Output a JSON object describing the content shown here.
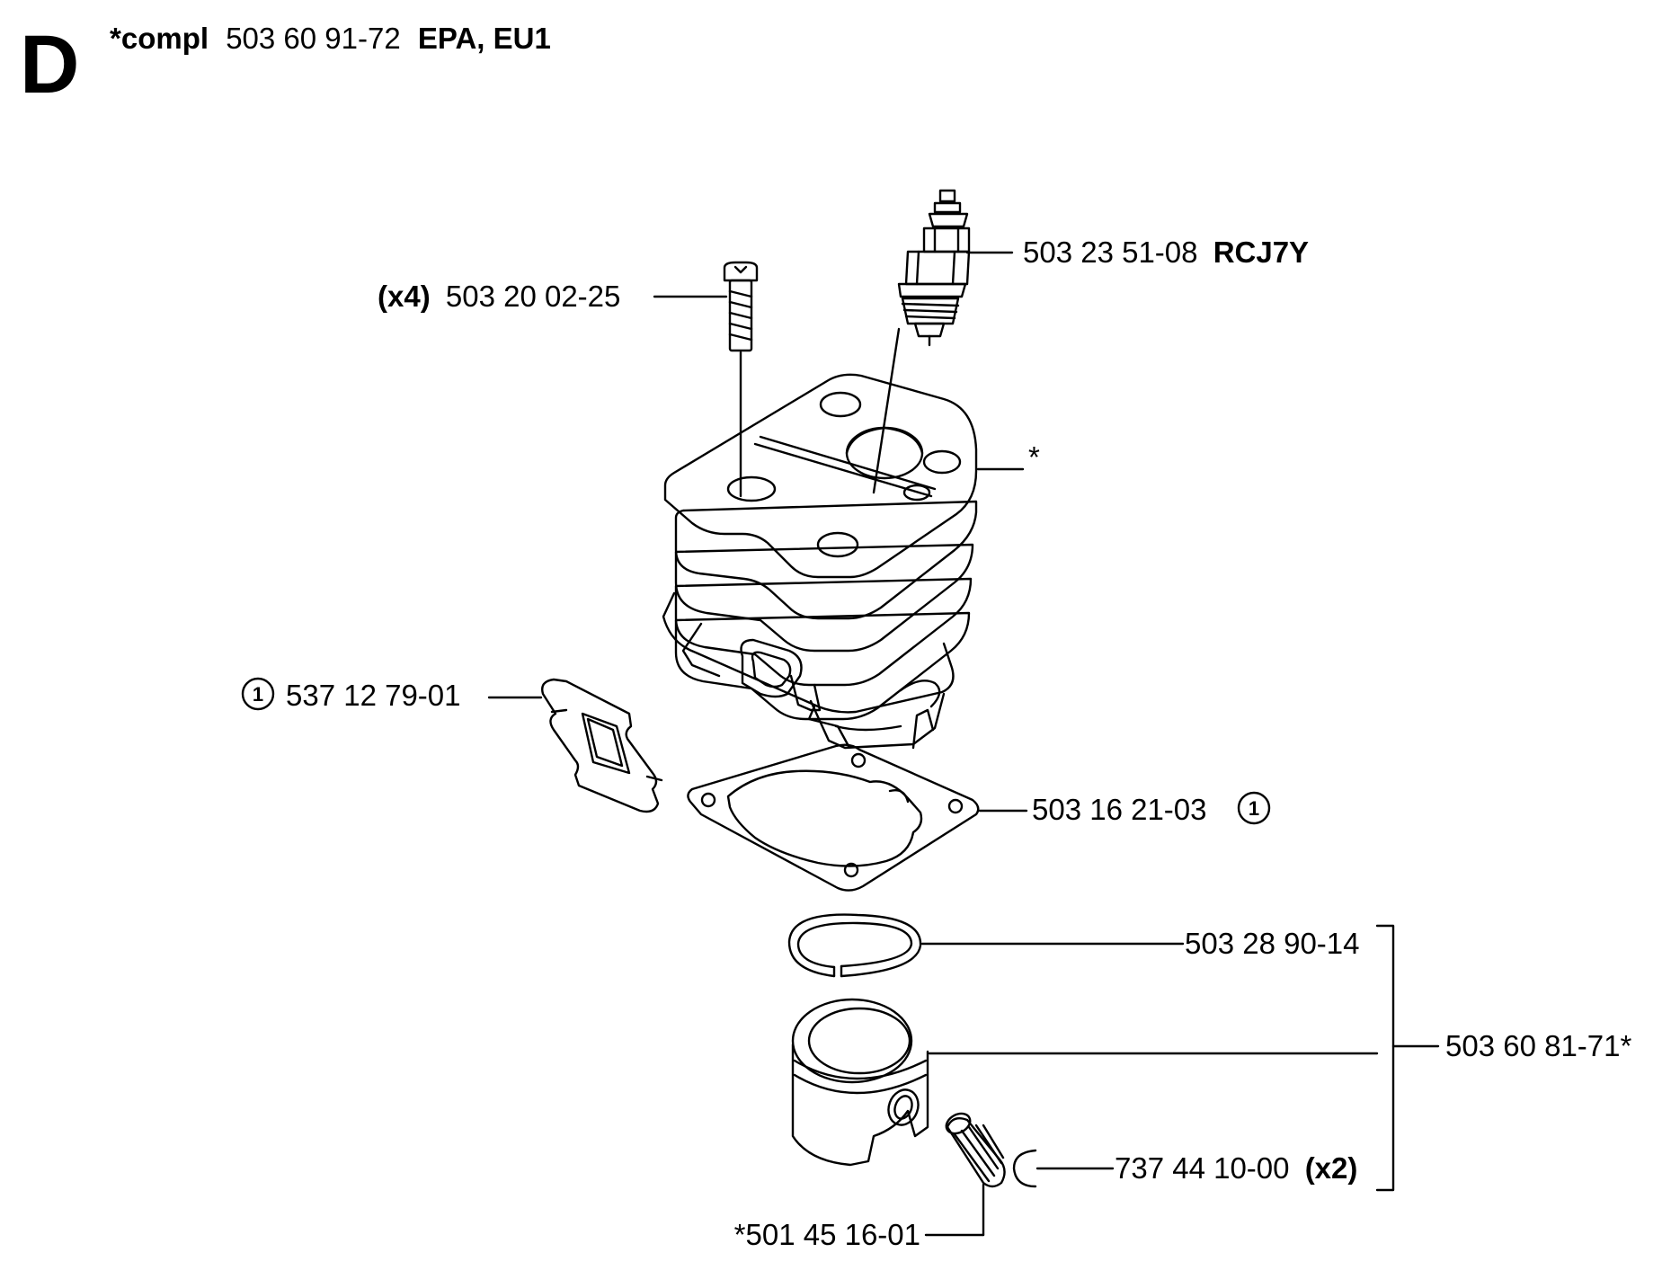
{
  "header": {
    "section_letter": "D",
    "compl_prefix": "*compl",
    "part_number": "503 60 91-72",
    "variants": "EPA, EU1"
  },
  "callouts": {
    "screw": {
      "qty": "(x4)",
      "number": "503 20 02-25"
    },
    "spark_plug": {
      "number": "503 23 51-08",
      "code": "RCJ7Y"
    },
    "cylinder": {
      "mark": "*"
    },
    "muffler_gasket": {
      "circle": "1",
      "number": "537 12 79-01"
    },
    "base_gasket": {
      "number": "503 16 21-03",
      "circle": "1"
    },
    "piston_ring": {
      "number": "503 28 90-14"
    },
    "piston_kit": {
      "number": "503 60 81-71*"
    },
    "circlip": {
      "number": "737 44 10-00",
      "qty": "(x2)"
    },
    "needle_bearing": {
      "number": "*501 45 16-01"
    }
  },
  "colors": {
    "ink": "#000000",
    "paper": "#ffffff"
  }
}
